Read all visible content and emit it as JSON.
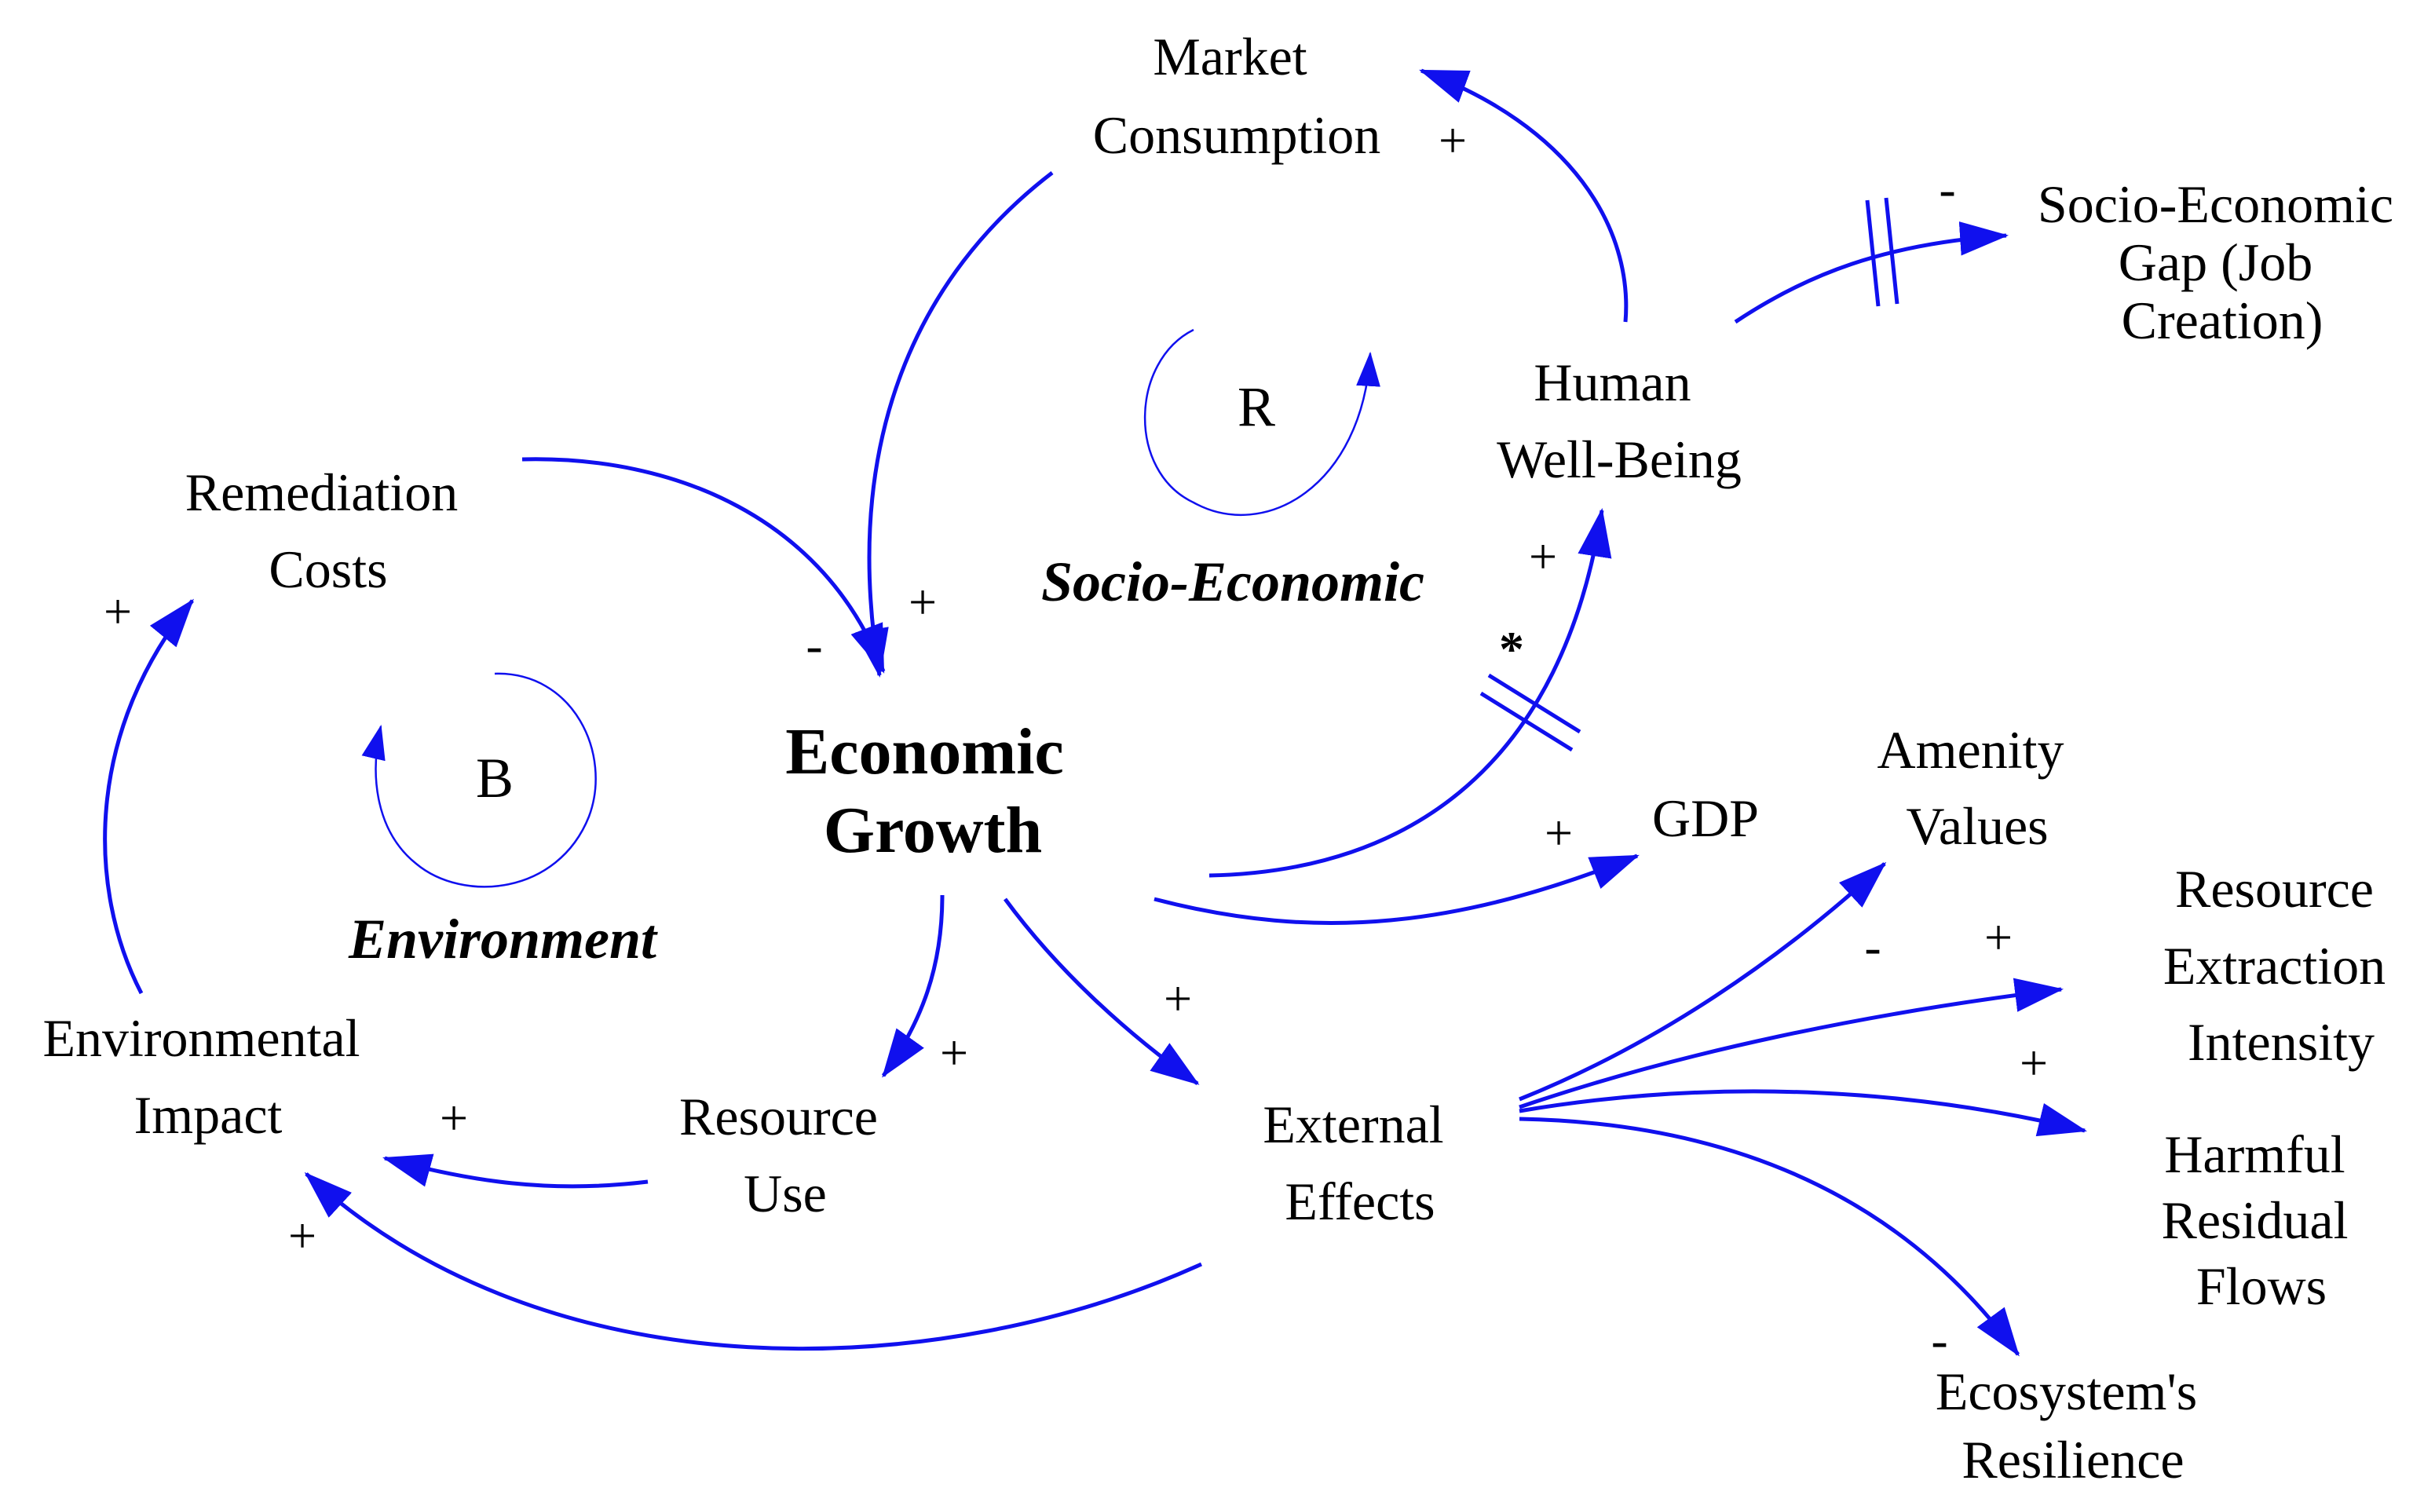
{
  "nodes": {
    "market_consumption": [
      "Market",
      "Consumption"
    ],
    "human_well_being": [
      "Human",
      "Well-Being"
    ],
    "socio_economic_gap": [
      "Socio-Economic",
      "Gap (Job",
      "Creation)"
    ],
    "remediation_costs": [
      "Remediation",
      "Costs"
    ],
    "economic_growth": [
      "Economic",
      "Growth"
    ],
    "gdp": [
      "GDP"
    ],
    "amenity_values": [
      "Amenity",
      "Values"
    ],
    "resource_extraction_intensity": [
      "Resource",
      "Extraction",
      "Intensity"
    ],
    "harmful_residual_flows": [
      "Harmful",
      "Residual",
      "Flows"
    ],
    "ecosystems_resilience": [
      "Ecosystem's",
      "Resilience"
    ],
    "environmental_impact": [
      "Environmental",
      "Impact"
    ],
    "resource_use": [
      "Resource",
      "Use"
    ],
    "external_effects": [
      "External",
      "Effects"
    ]
  },
  "loops": {
    "reinforcing": {
      "letter": "R",
      "name": "Socio-Economic"
    },
    "balancing": {
      "letter": "B",
      "name": "Environment"
    }
  },
  "links": [
    {
      "from": "human_well_being",
      "to": "market_consumption",
      "polarity": "+"
    },
    {
      "from": "market_consumption",
      "to": "economic_growth",
      "polarity": "+"
    },
    {
      "from": "remediation_costs",
      "to": "economic_growth",
      "polarity": "-"
    },
    {
      "from": "economic_growth",
      "to": "human_well_being",
      "polarity": "+",
      "delay": true,
      "marker": "*"
    },
    {
      "from": "human_well_being",
      "to": "socio_economic_gap",
      "polarity": "-",
      "delay": true
    },
    {
      "from": "economic_growth",
      "to": "gdp",
      "polarity": "+"
    },
    {
      "from": "economic_growth",
      "to": "resource_use",
      "polarity": "+"
    },
    {
      "from": "economic_growth",
      "to": "external_effects",
      "polarity": "+"
    },
    {
      "from": "resource_use",
      "to": "environmental_impact",
      "polarity": "+"
    },
    {
      "from": "external_effects",
      "to": "environmental_impact",
      "polarity": "+"
    },
    {
      "from": "environmental_impact",
      "to": "remediation_costs",
      "polarity": "+"
    },
    {
      "from": "external_effects",
      "to": "amenity_values",
      "polarity": "-"
    },
    {
      "from": "external_effects",
      "to": "resource_extraction_intensity",
      "polarity": "+"
    },
    {
      "from": "external_effects",
      "to": "harmful_residual_flows",
      "polarity": "+"
    },
    {
      "from": "external_effects",
      "to": "ecosystems_resilience",
      "polarity": "-"
    }
  ],
  "colors": {
    "arrow": "#1010ee",
    "text": "#000000",
    "background": "#ffffff"
  }
}
